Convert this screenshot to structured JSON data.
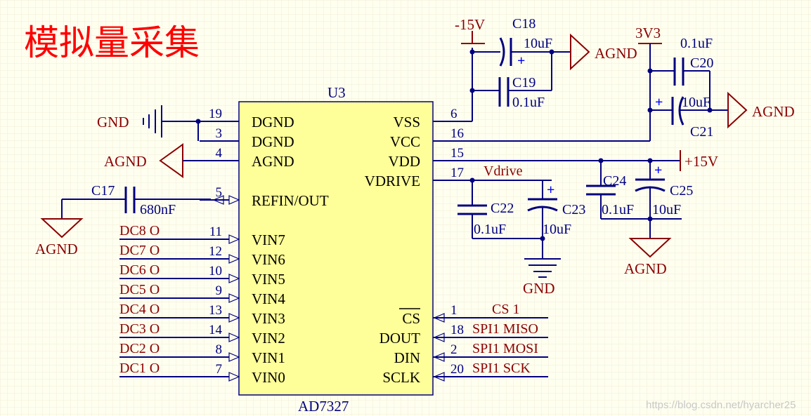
{
  "title": "模拟量采集",
  "watermark": "https://blog.csdn.net/hyarcher25",
  "colors": {
    "wire": "#000080",
    "label": "#8b0000",
    "symbol": "#8b0000",
    "body_fill": "#ffff99",
    "title": "#ff0000",
    "text": "#000080"
  },
  "chip": {
    "designator": "U3",
    "part": "AD7327",
    "left_pins": [
      {
        "num": "19",
        "name": "DGND"
      },
      {
        "num": "3",
        "name": "DGND"
      },
      {
        "num": "4",
        "name": "AGND"
      },
      {
        "num": "5",
        "name": "REFIN/OUT"
      },
      {
        "num": "11",
        "name": "VIN7"
      },
      {
        "num": "12",
        "name": "VIN6"
      },
      {
        "num": "10",
        "name": "VIN5"
      },
      {
        "num": "9",
        "name": "VIN4"
      },
      {
        "num": "13",
        "name": "VIN3"
      },
      {
        "num": "14",
        "name": "VIN2"
      },
      {
        "num": "8",
        "name": "VIN1"
      },
      {
        "num": "7",
        "name": "VIN0"
      }
    ],
    "right_pins": [
      {
        "num": "6",
        "name": "VSS"
      },
      {
        "num": "16",
        "name": "VCC"
      },
      {
        "num": "15",
        "name": "VDD"
      },
      {
        "num": "17",
        "name": "VDRIVE"
      },
      {
        "num": "1",
        "name": "CS"
      },
      {
        "num": "18",
        "name": "DOUT"
      },
      {
        "num": "2",
        "name": "DIN"
      },
      {
        "num": "20",
        "name": "SCLK"
      }
    ]
  },
  "net_labels": {
    "inputs": [
      "DC8_O",
      "DC7_O",
      "DC6_O",
      "DC5_O",
      "DC4_O",
      "DC3_O",
      "DC2_O",
      "DC1_O"
    ],
    "spi": [
      "CS_1",
      "SPI1_MISO",
      "SPI1_MOSI",
      "SPI1_SCK"
    ],
    "vdrive": "Vdrive"
  },
  "power": {
    "gnd": "GND",
    "agnd": "AGND",
    "neg15": "-15V",
    "pos15": "+15V",
    "v3v3": "3V3"
  },
  "caps": {
    "c17": {
      "ref": "C17",
      "val": "680nF"
    },
    "c18": {
      "ref": "C18",
      "val": "10uF"
    },
    "c19": {
      "ref": "C19",
      "val": "0.1uF"
    },
    "c20": {
      "ref": "C20",
      "val": "0.1uF"
    },
    "c21": {
      "ref": "C21",
      "val": "10uF"
    },
    "c22": {
      "ref": "C22",
      "val": "0.1uF"
    },
    "c23": {
      "ref": "C23",
      "val": "10uF"
    },
    "c24": {
      "ref": "C24",
      "val": "0.1uF"
    },
    "c25": {
      "ref": "C25",
      "val": "10uF"
    }
  }
}
